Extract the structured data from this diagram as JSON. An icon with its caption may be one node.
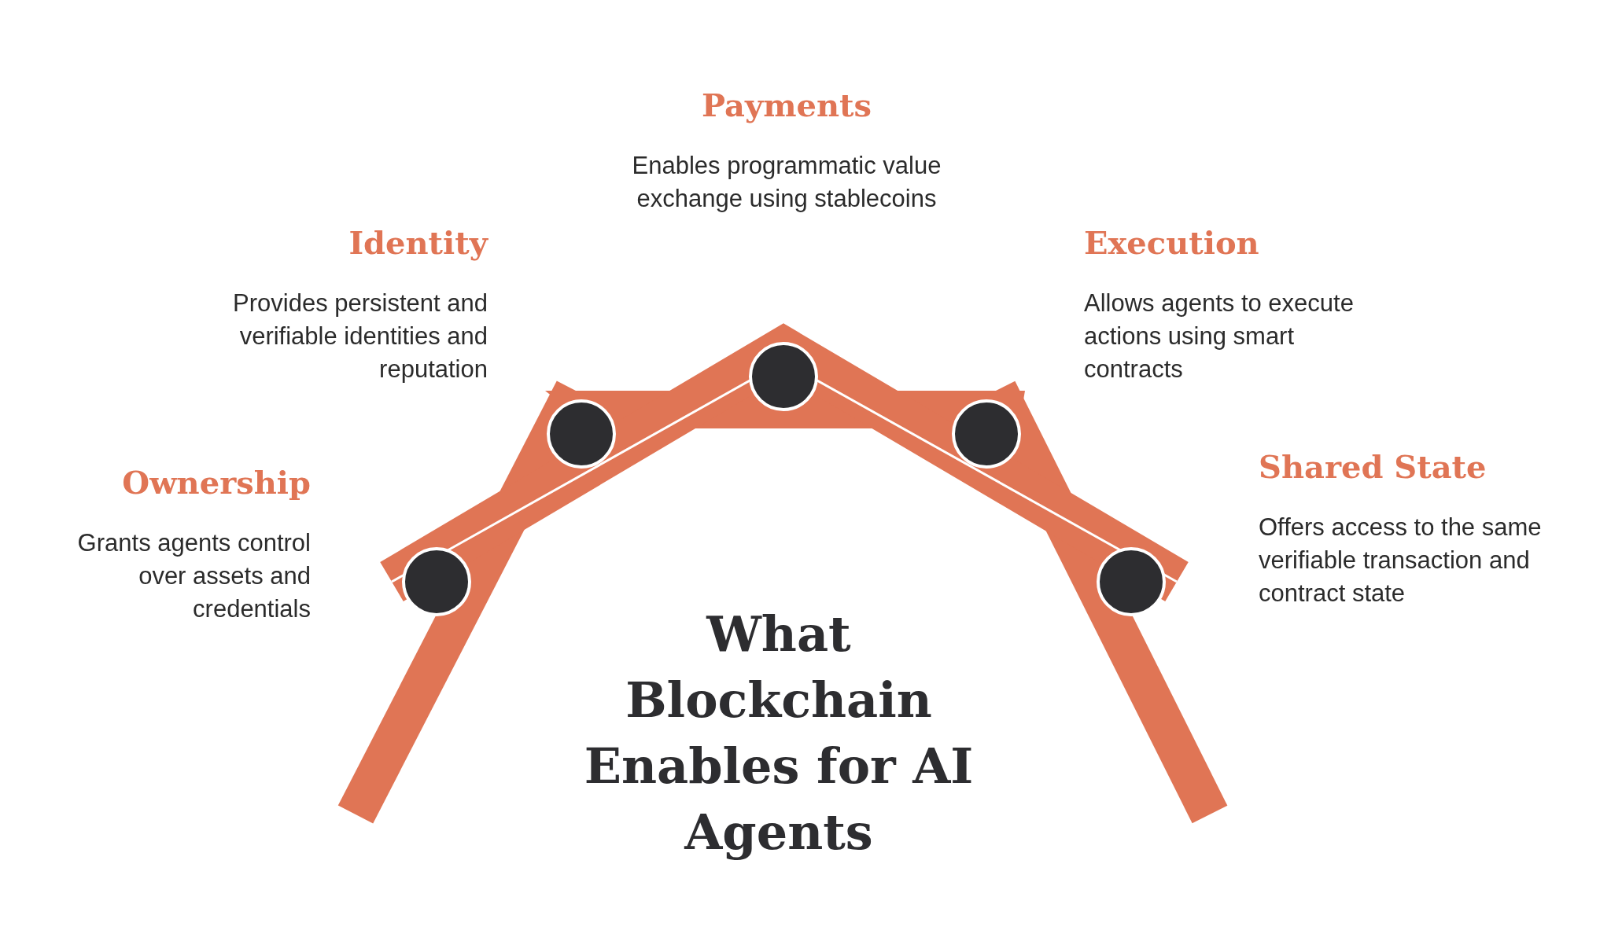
{
  "diagram": {
    "title": "What Blockchain Enables for AI Agents",
    "labels": [
      "Ownership",
      "Grants agents control over assets and credentials",
      "Identity",
      "Provides persistent and verifiable identities and reputation",
      "Payments",
      "Enables programmatic value exchange using stablecoins",
      "Execution",
      "Allows agents to execute actions using smart contracts",
      "Shared State",
      "Offers access to the same verifiable transaction and contract state"
    ]
  }
}
